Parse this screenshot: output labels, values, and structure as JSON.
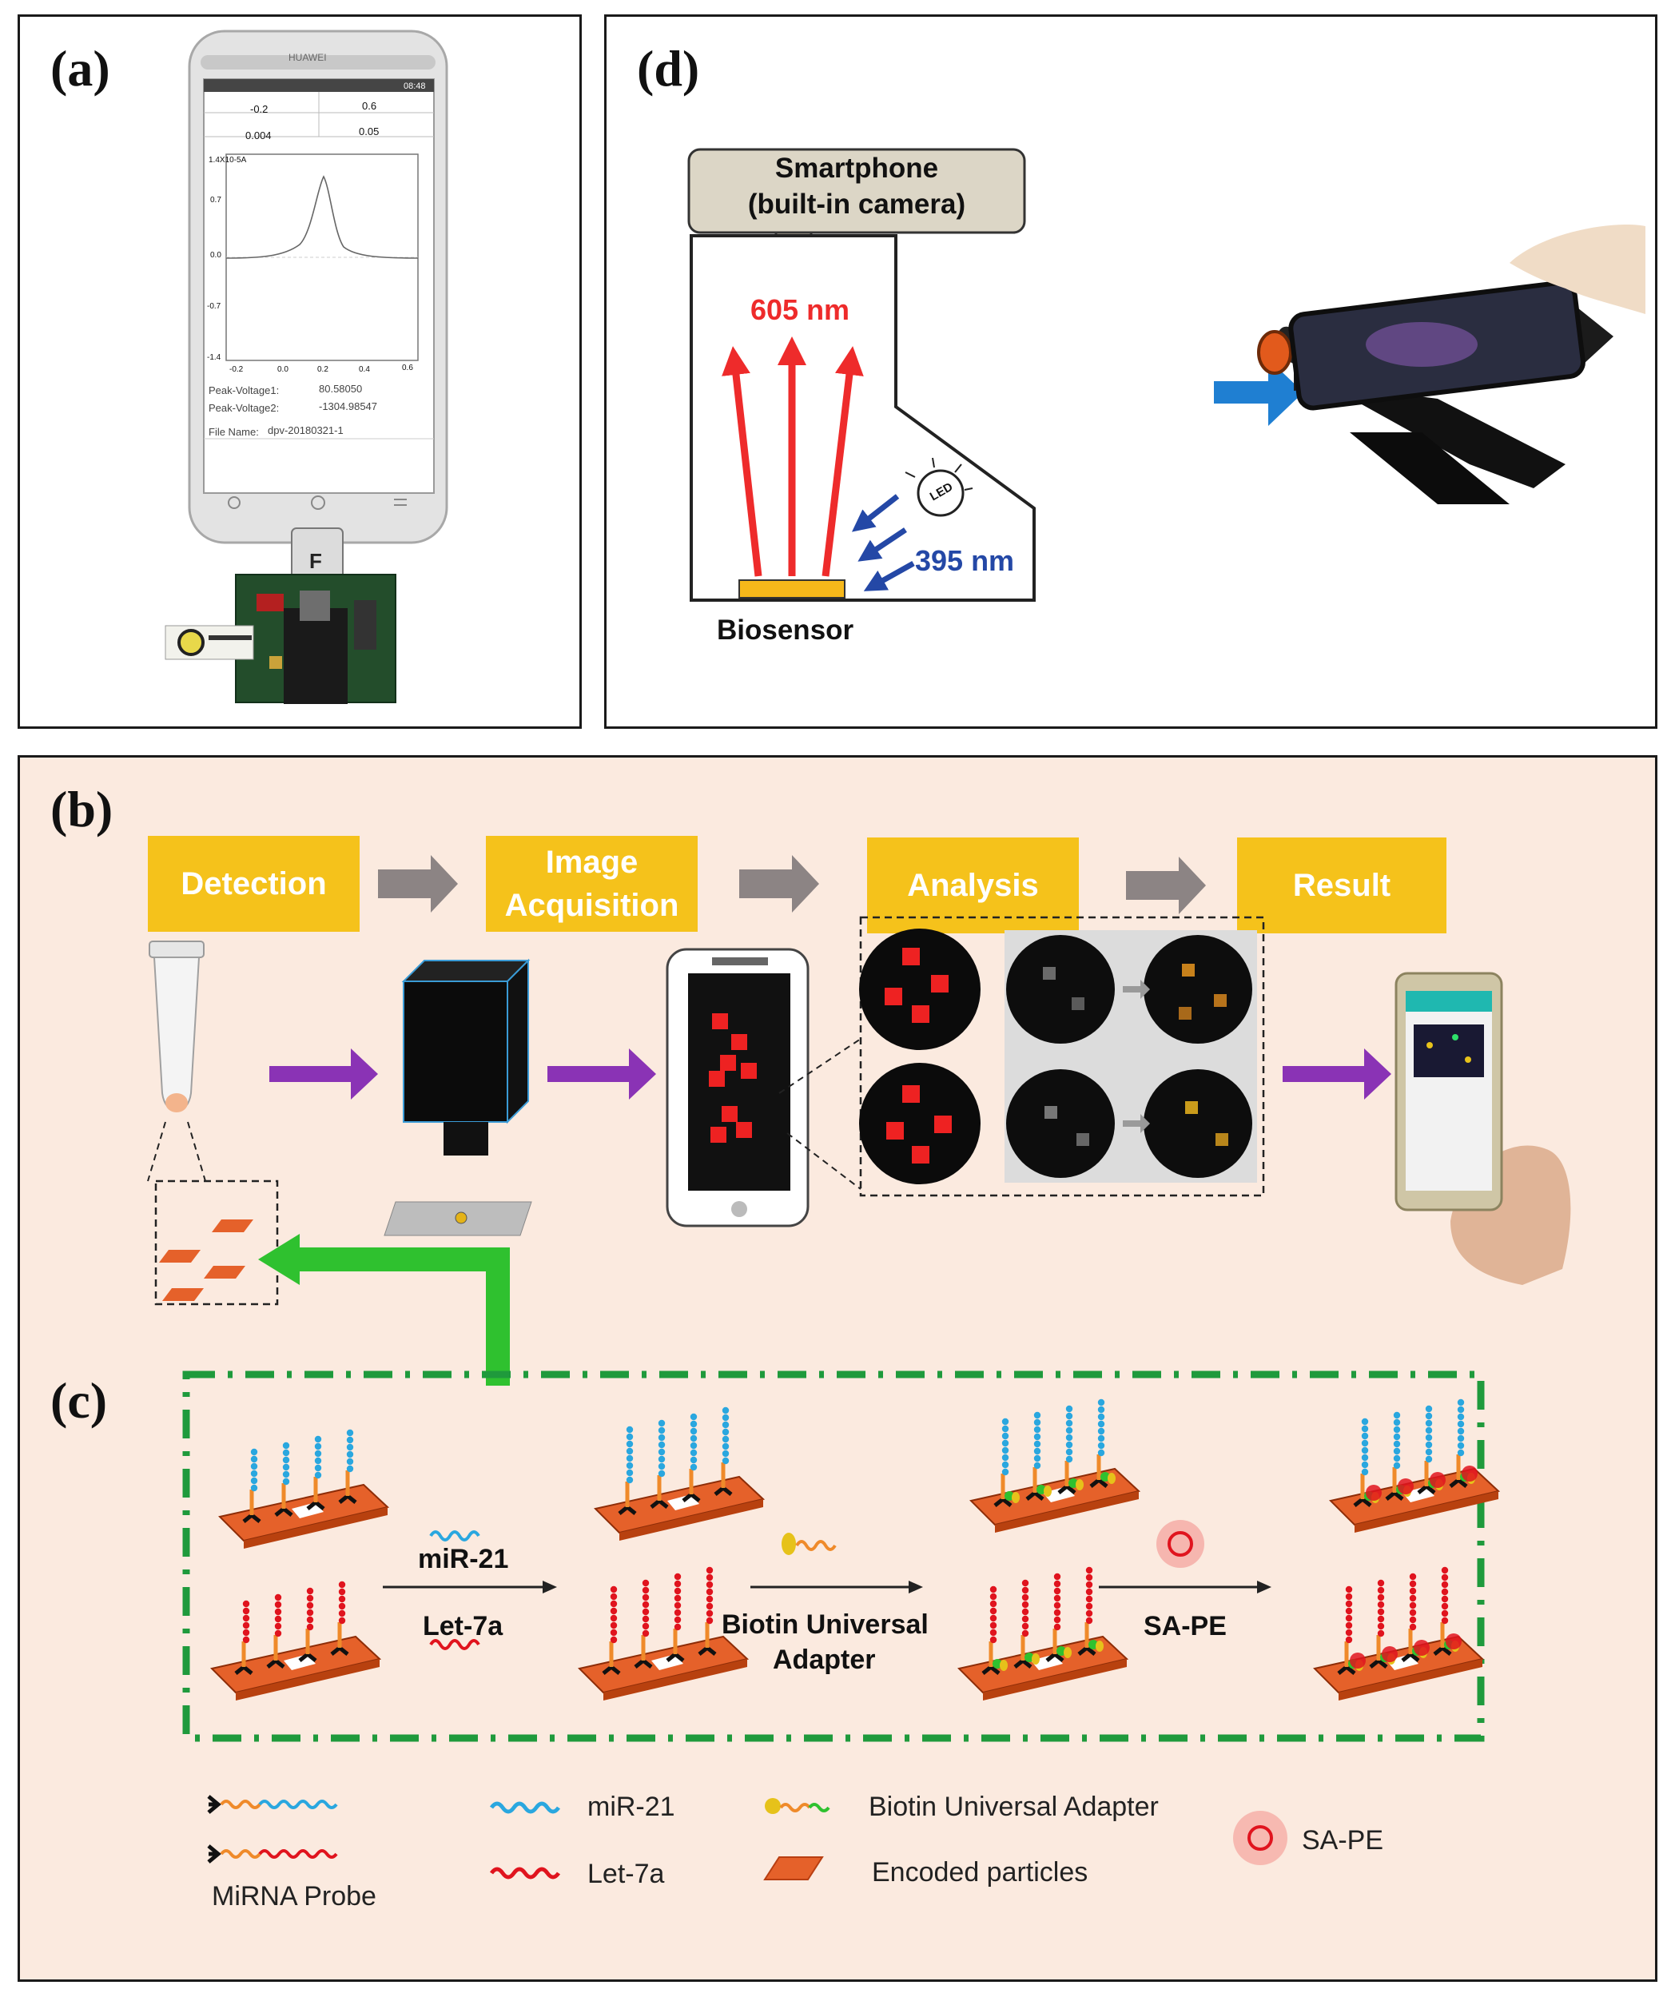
{
  "panel_a": {
    "tag": "(a)",
    "phone": {
      "brand": "HUAWEI",
      "time": "08:48",
      "table": [
        [
          "-0.2",
          "0.6"
        ],
        [
          "0.004",
          "0.05"
        ]
      ],
      "y_unit": "1.4X10-5A",
      "y_ticks": [
        "0.7",
        "0.0",
        "-0.7",
        "-1.4"
      ],
      "x_ticks": [
        "-0.2",
        "0.0",
        "0.2",
        "0.4",
        "0.6"
      ],
      "peak1_label": "Peak-Voltage1:",
      "peak1_value": "80.58050",
      "peak2_label": "Peak-Voltage2:",
      "peak2_value": "-1304.98547",
      "file_label": "File Name:",
      "file_value": "dpv-20180321-1",
      "f_key": "F"
    }
  },
  "panel_d": {
    "tag": "(d)",
    "smartphone_label_1": "Smartphone",
    "smartphone_label_2": "(built-in camera)",
    "emission": "605 nm",
    "excitation": "395 nm",
    "led": "LED",
    "biosensor": "Biosensor"
  },
  "panel_b": {
    "tag": "(b)",
    "steps": [
      "Detection",
      "Image Acquisition",
      "Analysis",
      "Result"
    ]
  },
  "panel_c": {
    "tag": "(c)",
    "mir21": "miR-21",
    "let7a": "Let-7a",
    "adapter_1": "Biotin Universal",
    "adapter_2": "Adapter",
    "sape": "SA-PE"
  },
  "legend": {
    "probe": "MiRNA Probe",
    "mir21": "miR-21",
    "let7a": "Let-7a",
    "adapter": "Biotin Universal Adapter",
    "particles": "Encoded particles",
    "sape": "SA-PE"
  },
  "colors": {
    "step_yellow": "#f5c21b",
    "flow_purple": "#8a33b5",
    "feedback_green": "#2fc12f",
    "dashed_green": "#1f9a3c",
    "mir21_blue": "#2aa7df",
    "let7a_red": "#e0141e",
    "arrow_red": "#ee2b2b",
    "arrow_blue": "#2448a6",
    "panel_b_bg": "#fbeadf"
  }
}
